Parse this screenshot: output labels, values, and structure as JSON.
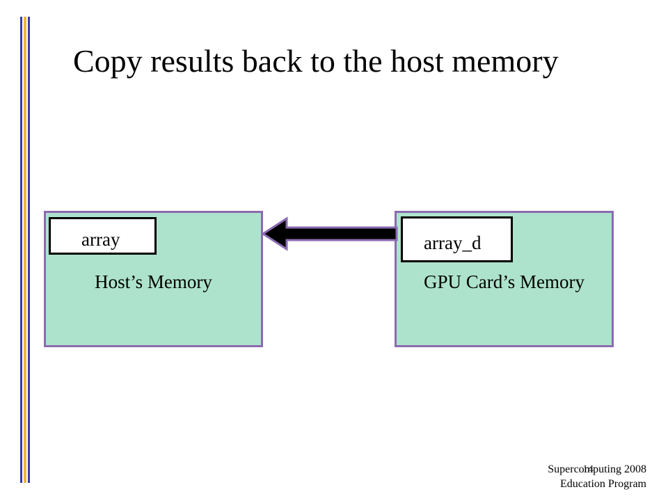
{
  "slide": {
    "title": "Copy results back to the host memory",
    "host_memory": {
      "label": "Host’s Memory",
      "variable": "array"
    },
    "gpu_memory": {
      "label": "GPU Card’s Memory",
      "variable": "array_d"
    },
    "footer": {
      "line1": "Supercomputing 2008",
      "line2": "Education Program",
      "page_number": "14"
    },
    "colors": {
      "memory_fill": "#ade3cc",
      "memory_border": "#8b6bb0",
      "stripe_blue": "#3a3aa8",
      "stripe_gold": "#e8b83a",
      "arrow_fill": "#000000",
      "arrow_outline": "#8b6bb0"
    },
    "arrow": {
      "direction": "gpu-to-host"
    }
  }
}
